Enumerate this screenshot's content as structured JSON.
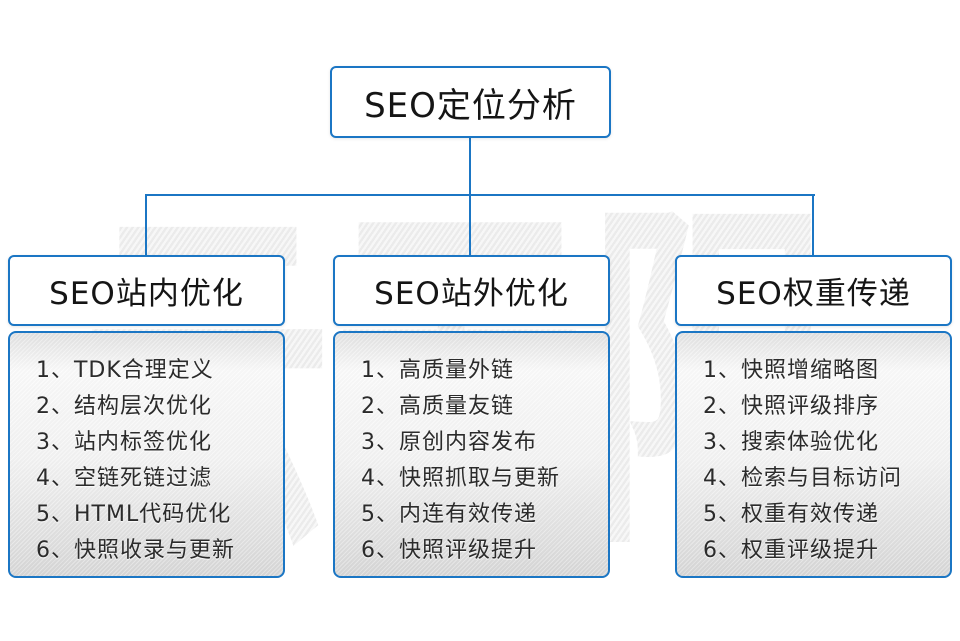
{
  "watermark": "云无限",
  "root": {
    "title": "SEO定位分析"
  },
  "columns": [
    {
      "title": "SEO站内优化",
      "items": [
        "1、TDK合理定义",
        "2、结构层次优化",
        "3、站内标签优化",
        "4、空链死链过滤",
        "5、HTML代码优化",
        "6、快照收录与更新"
      ]
    },
    {
      "title": "SEO站外优化",
      "items": [
        "1、高质量外链",
        "2、高质量友链",
        "3、原创内容发布",
        "4、快照抓取与更新",
        "5、内连有效传递",
        "6、快照评级提升"
      ]
    },
    {
      "title": "SEO权重传递",
      "items": [
        "1、快照增缩略图",
        "2、快照评级排序",
        "3、搜索体验优化",
        "4、检索与目标访问",
        "5、权重有效传递",
        "6、权重评级提升"
      ]
    }
  ],
  "colors": {
    "accent_blue": "#1b76c4",
    "panel_gray": "#d7d7d7",
    "text_dark": "#2b2b2b",
    "watermark_gray": "#ebebeb"
  }
}
